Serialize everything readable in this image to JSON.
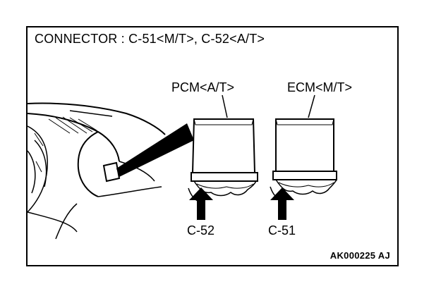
{
  "title": "CONNECTOR : C-51<M/T>, C-52<A/T>",
  "modules": {
    "pcm_label": "PCM<A/T>",
    "ecm_label": "ECM<M/T>"
  },
  "connectors": {
    "left_label": "C-52",
    "right_label": "C-51"
  },
  "reference_code": "AK000225 AJ"
}
